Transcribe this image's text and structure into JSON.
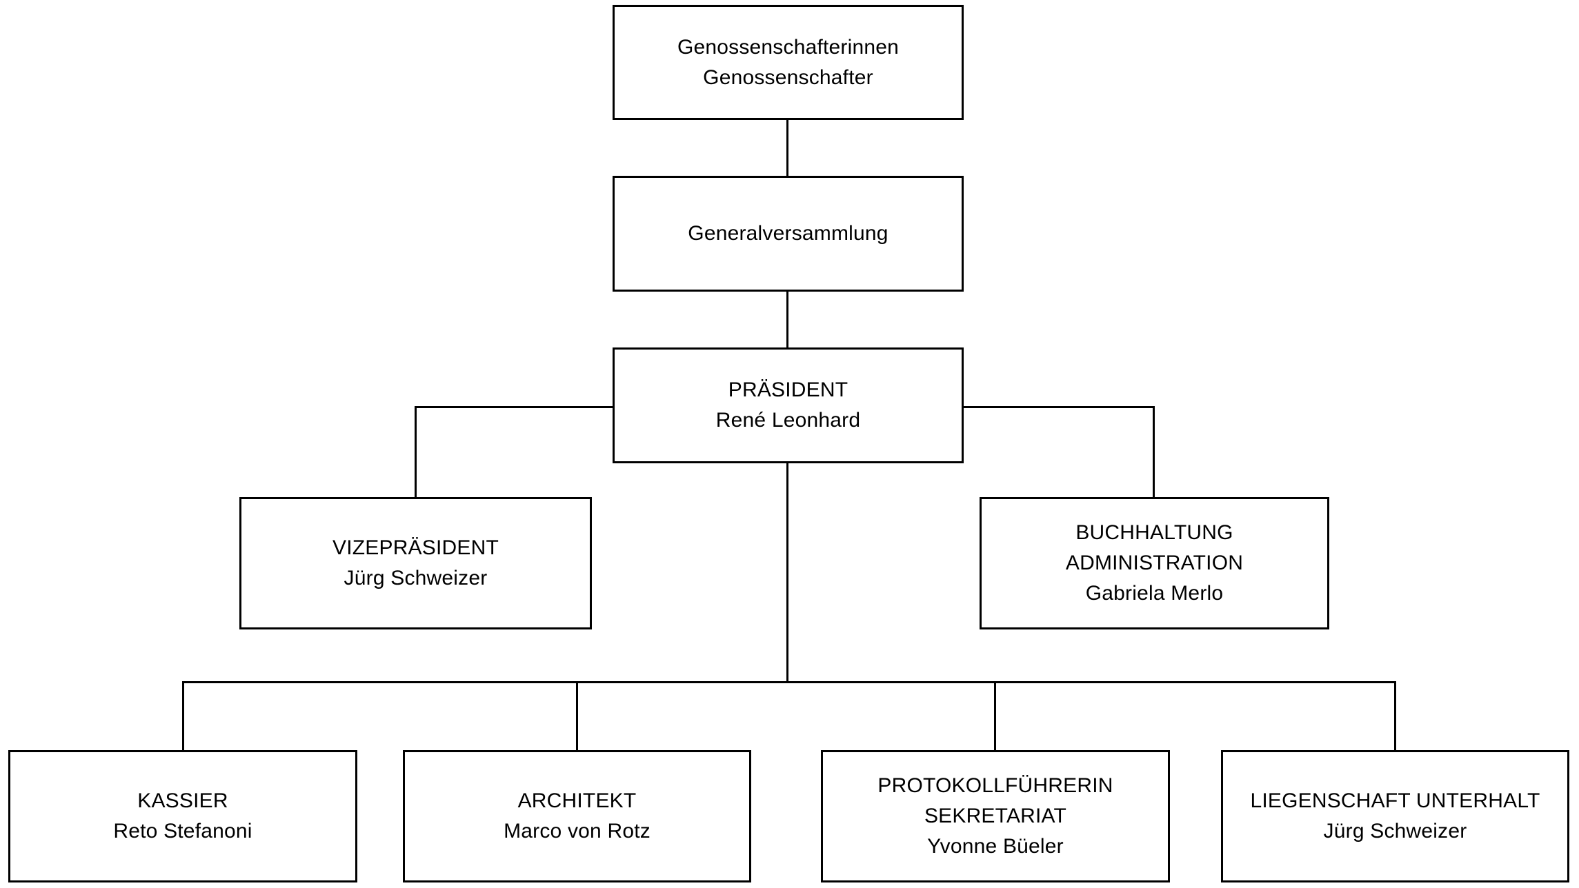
{
  "diagram": {
    "type": "org-chart",
    "colors": {
      "background": "#ffffff",
      "box_fill": "#ffffff",
      "box_border": "#000000",
      "connector_line": "#000000",
      "text": "#000000"
    },
    "nodes": [
      {
        "id": "members",
        "lines": [
          "Genossenschafterinnen",
          "Genossenschafter"
        ]
      },
      {
        "id": "assembly",
        "lines": [
          "Generalversammlung"
        ]
      },
      {
        "id": "president",
        "lines": [
          "PRÄSIDENT",
          "René Leonhard"
        ]
      },
      {
        "id": "vice-president",
        "lines": [
          "VIZEPRÄSIDENT",
          "Jürg Schweizer"
        ]
      },
      {
        "id": "accounting",
        "lines": [
          "BUCHHALTUNG",
          "ADMINISTRATION",
          "Gabriela Merlo"
        ]
      },
      {
        "id": "treasurer",
        "lines": [
          "KASSIER",
          "Reto Stefanoni"
        ]
      },
      {
        "id": "architect",
        "lines": [
          "ARCHITEKT",
          "Marco von Rotz"
        ]
      },
      {
        "id": "secretary",
        "lines": [
          "PROTOKOLLFÜHRERIN",
          "SEKRETARIAT",
          "Yvonne Büeler"
        ]
      },
      {
        "id": "maintenance",
        "lines": [
          "LIEGENSCHAFT UNTERHALT",
          "Jürg Schweizer"
        ]
      }
    ],
    "edges": [
      "members -> assembly",
      "assembly -> president",
      "president -> vice-president",
      "president -> accounting",
      "president -> treasurer",
      "president -> architect",
      "president -> secretary",
      "president -> maintenance"
    ]
  }
}
